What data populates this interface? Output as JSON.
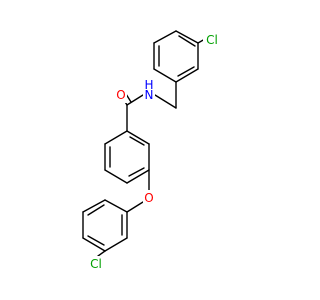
{
  "molecule": {
    "colors": {
      "bond": "#000000",
      "carbon": "#000000",
      "O": "#ff0000",
      "N": "#0000ff",
      "Cl": "#00a000",
      "background": "#ffffff"
    },
    "labels": {
      "cl_top": "Cl",
      "nh": "H",
      "n": "N",
      "o_carbonyl": "O",
      "o_ether": "O",
      "cl_bottom": "Cl"
    }
  }
}
